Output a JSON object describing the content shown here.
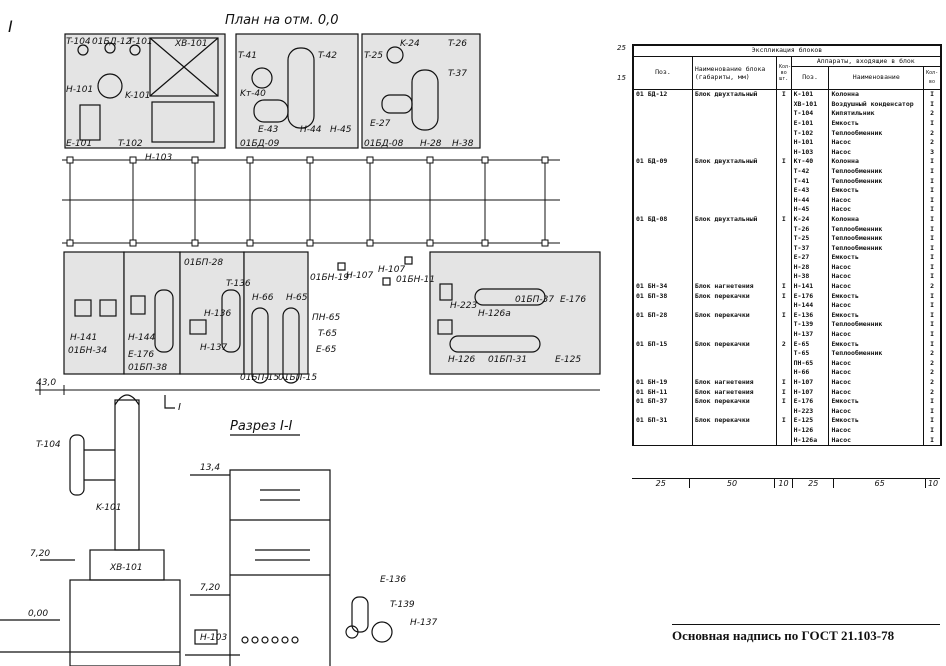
{
  "plan": {
    "title": "План на отм. 0,0",
    "corner_mark": "I",
    "section_mark": "I",
    "dim_43": "43,0",
    "labels": {
      "t104": "T-104",
      "bd12": "01БД-12",
      "t101": "T-101",
      "xb101": "XB-101",
      "h101": "H-101",
      "k101": "K-101",
      "e101": "E-101",
      "t102": "T-102",
      "h103": "H-103",
      "t41": "T-41",
      "t42": "T-42",
      "kt40": "Kт-40",
      "e43": "E-43",
      "h44": "H-44",
      "h45": "H-45",
      "bd09": "01БД-09",
      "t25": "T-25",
      "k24": "K-24",
      "t26": "T-26",
      "t37": "T-37",
      "e27": "E-27",
      "bd08": "01БД-08",
      "h28": "H-28",
      "h38": "H-38",
      "h141": "H-141",
      "bn34": "01БН-34",
      "h144": "H-144",
      "e176a": "E-176",
      "bp38": "01БП-38",
      "bp28": "01БП-28",
      "t136": "T-136",
      "h136": "H-136",
      "h137": "H-137",
      "h66": "H-66",
      "h65": "H-65",
      "pn65": "ПН-65",
      "t65": "T-65",
      "e65": "E-65",
      "bp15a": "01БП-15",
      "bp15b": "01БП-15",
      "bn19": "01БН-19",
      "h107a": "H-107",
      "h107b": "H-107",
      "bn11": "01БН-11",
      "h223": "H-223",
      "bp37": "01БП-37",
      "e176b": "E-176",
      "h126a": "H-126a",
      "h126": "H-126",
      "bp31": "01БП-31",
      "e125": "E-125"
    }
  },
  "section": {
    "title": "Разрез I-I",
    "labels": {
      "t104": "T-104",
      "k101": "K-101",
      "xb101": "XB-101",
      "h103": "H-103",
      "e136": "E-136",
      "t139": "T-139",
      "h137": "H-137",
      "el134": "13,4",
      "el720a": "7,20",
      "el720b": "7,20",
      "el000": "0,00"
    }
  },
  "table": {
    "title": "Экспликация блоков",
    "side_dims": [
      "25",
      "15"
    ],
    "headers": {
      "pos": "Поз.",
      "name": "Наименование блока (габариты, мм)",
      "qty": "Кол-во шт.",
      "apparatus": "Аппараты, входящие в блок",
      "a_pos": "Поз.",
      "a_name": "Наименование",
      "a_qty": "Кол-во"
    },
    "rows": [
      [
        "01 БД-12",
        "Блок двухтальный",
        "I",
        "К-101",
        "Колонна",
        "I"
      ],
      [
        "",
        "",
        "",
        "ХВ-101",
        "Воздушный конденсатор",
        "I"
      ],
      [
        "",
        "",
        "",
        "Т-104",
        "Кипятильник",
        "2"
      ],
      [
        "",
        "",
        "",
        "Е-101",
        "Емкость",
        "I"
      ],
      [
        "",
        "",
        "",
        "Т-102",
        "Теплообменник",
        "2"
      ],
      [
        "",
        "",
        "",
        "Н-101",
        "Насос",
        "2"
      ],
      [
        "",
        "",
        "",
        "Н-103",
        "Насос",
        "3"
      ],
      [
        "01 БД-09",
        "Блок двухтальный",
        "I",
        "Кт-40",
        "Колонна",
        "I"
      ],
      [
        "",
        "",
        "",
        "Т-42",
        "Теплообменник",
        "I"
      ],
      [
        "",
        "",
        "",
        "Т-41",
        "Теплообменник",
        "I"
      ],
      [
        "",
        "",
        "",
        "Е-43",
        "Емкость",
        "I"
      ],
      [
        "",
        "",
        "",
        "Н-44",
        "Насос",
        "I"
      ],
      [
        "",
        "",
        "",
        "Н-45",
        "Насос",
        "I"
      ],
      [
        "01 БД-08",
        "Блок двухтальный",
        "I",
        "К-24",
        "Колонна",
        "I"
      ],
      [
        "",
        "",
        "",
        "Т-26",
        "Теплообменник",
        "I"
      ],
      [
        "",
        "",
        "",
        "Т-25",
        "Теплообменник",
        "I"
      ],
      [
        "",
        "",
        "",
        "Т-37",
        "Теплообменник",
        "I"
      ],
      [
        "",
        "",
        "",
        "Е-27",
        "Емкость",
        "I"
      ],
      [
        "",
        "",
        "",
        "Н-28",
        "Насос",
        "I"
      ],
      [
        "",
        "",
        "",
        "Н-38",
        "Насос",
        "I"
      ],
      [
        "01 БН-34",
        "Блок нагнетения",
        "I",
        "Н-141",
        "Насос",
        "2"
      ],
      [
        "01 БП-38",
        "Блок перекачки",
        "I",
        "Е-176",
        "Емкость",
        "I"
      ],
      [
        "",
        "",
        "",
        "Н-144",
        "Насос",
        "I"
      ],
      [
        "01 БП-28",
        "Блок перекачки",
        "I",
        "Е-136",
        "Емкость",
        "I"
      ],
      [
        "",
        "",
        "",
        "Т-139",
        "Теплообменник",
        "I"
      ],
      [
        "",
        "",
        "",
        "Н-137",
        "Насос",
        "I"
      ],
      [
        "01 БП-15",
        "Блок перекачки",
        "2",
        "Е-65",
        "Емкость",
        "I"
      ],
      [
        "",
        "",
        "",
        "Т-65",
        "Теплообменник",
        "2"
      ],
      [
        "",
        "",
        "",
        "ПН-65",
        "Насос",
        "2"
      ],
      [
        "",
        "",
        "",
        "Н-66",
        "Насос",
        "2"
      ],
      [
        "01 БН-19",
        "Блок нагнетения",
        "I",
        "Н-107",
        "Насос",
        "2"
      ],
      [
        "01 БН-11",
        "Блок нагнетения",
        "I",
        "Н-107",
        "Насос",
        "2"
      ],
      [
        "01 БП-37",
        "Блок перекачки",
        "I",
        "Е-176",
        "Емкость",
        "I"
      ],
      [
        "",
        "",
        "",
        "Н-223",
        "Насос",
        "I"
      ],
      [
        "01 БП-31",
        "Блок перекачки",
        "I",
        "Е-125",
        "Емкость",
        "I"
      ],
      [
        "",
        "",
        "",
        "Н-126",
        "Насос",
        "I"
      ],
      [
        "",
        "",
        "",
        "Н-126а",
        "Насос",
        "I"
      ]
    ],
    "col_dims": [
      "25",
      "50",
      "10",
      "25",
      "65",
      "10"
    ]
  },
  "stamp": "Основная надпись по ГОСТ 21.103-78"
}
